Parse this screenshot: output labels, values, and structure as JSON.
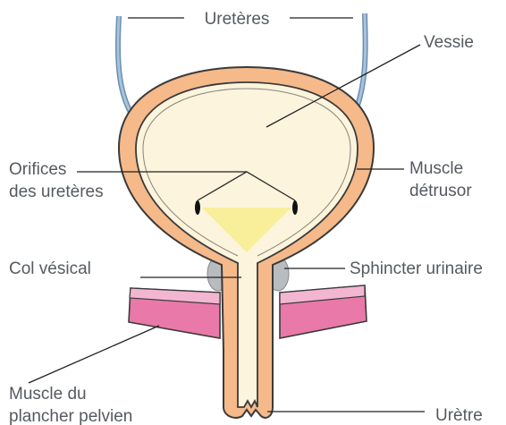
{
  "labels": {
    "ureters": "Uretères",
    "bladder": "Vessie",
    "orifices_line1": "Orifices",
    "orifices_line2": "des uretères",
    "detrusor_line1": "Muscle",
    "detrusor_line2": "détrusor",
    "bladder_neck": "Col vésical",
    "sphincter": "Sphincter urinaire",
    "pelvic_floor_line1": "Muscle du",
    "pelvic_floor_line2": "plancher pelvien",
    "urethra": "Urètre"
  },
  "colors": {
    "detrusor_wall": "#f5b98a",
    "bladder_interior": "#fcf4dc",
    "outline": "#3a3a3a",
    "ureter": "#7fa3c4",
    "trigone": "#f9ee9a",
    "sphincter": "#b9bcbf",
    "pelvic_floor": "#e879a8",
    "pelvic_floor_top": "#f3b6d0",
    "label_text": "#555a60",
    "leader_line": "#222222"
  }
}
